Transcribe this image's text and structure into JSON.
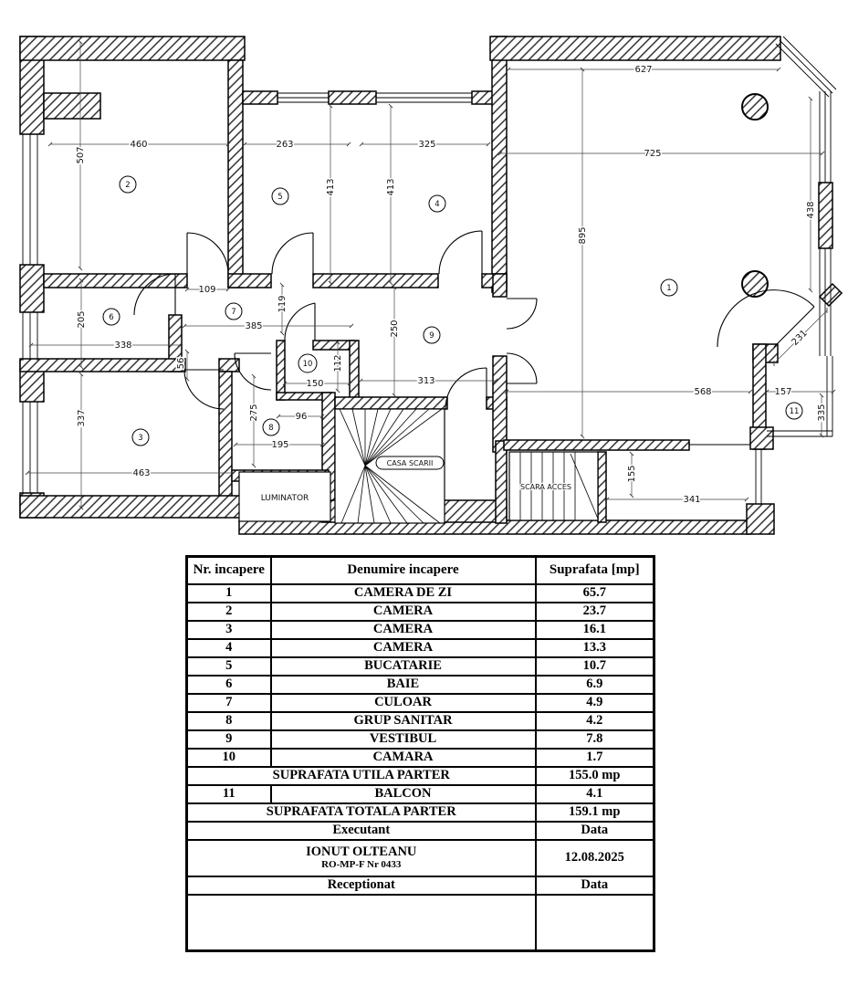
{
  "plan": {
    "room_numbers": [
      "1",
      "2",
      "3",
      "4",
      "5",
      "6",
      "7",
      "8",
      "9",
      "10",
      "11"
    ],
    "dims": {
      "d460": "460",
      "d507": "507",
      "d263": "263",
      "d413_5": "413",
      "d325": "325",
      "d413_4": "413",
      "d627": "627",
      "d725": "725",
      "d895": "895",
      "d438": "438",
      "d109": "109",
      "d385": "385",
      "d119": "119",
      "d250": "250",
      "d313": "313",
      "d150": "150",
      "d112": "112",
      "d56": "56",
      "d205": "205",
      "d338": "338",
      "d337": "337",
      "d463": "463",
      "d275": "275",
      "d96": "96",
      "d195": "195",
      "d568": "568",
      "d157": "157",
      "d335": "335",
      "d231": "231",
      "d155": "155",
      "d341": "341"
    },
    "labels": {
      "casa_scarii": "CASA SCARII",
      "luminator": "LUMINATOR",
      "scara_acces": "SCARA ACCES"
    },
    "colors": {
      "line": "#000000",
      "background": "#ffffff"
    }
  },
  "table": {
    "headers": {
      "nr": "Nr. incapere",
      "name": "Denumire incapere",
      "area": "Suprafata [mp]"
    },
    "rows": [
      {
        "nr": "1",
        "name": "CAMERA DE ZI",
        "area": "65.7"
      },
      {
        "nr": "2",
        "name": "CAMERA",
        "area": "23.7"
      },
      {
        "nr": "3",
        "name": "CAMERA",
        "area": "16.1"
      },
      {
        "nr": "4",
        "name": "CAMERA",
        "area": "13.3"
      },
      {
        "nr": "5",
        "name": "BUCATARIE",
        "area": "10.7"
      },
      {
        "nr": "6",
        "name": "BAIE",
        "area": "6.9"
      },
      {
        "nr": "7",
        "name": "CULOAR",
        "area": "4.9"
      },
      {
        "nr": "8",
        "name": "GRUP SANITAR",
        "area": "4.2"
      },
      {
        "nr": "9",
        "name": "VESTIBUL",
        "area": "7.8"
      },
      {
        "nr": "10",
        "name": "CAMARA",
        "area": "1.7"
      }
    ],
    "utila": {
      "label": "SUPRAFATA UTILA PARTER",
      "value": "155.0 mp"
    },
    "balcon": {
      "nr": "11",
      "name": "BALCON",
      "area": "4.1"
    },
    "totala": {
      "label": "SUPRAFATA TOTALA PARTER",
      "value": "159.1 mp"
    },
    "executant_label": "Executant",
    "executant_data": "Data",
    "executant_name": "IONUT OLTEANU",
    "executant_cert": "RO-MP-F Nr 0433",
    "executant_date": "12.08.2025",
    "receptionat_label": "Receptionat",
    "receptionat_data": "Data"
  }
}
